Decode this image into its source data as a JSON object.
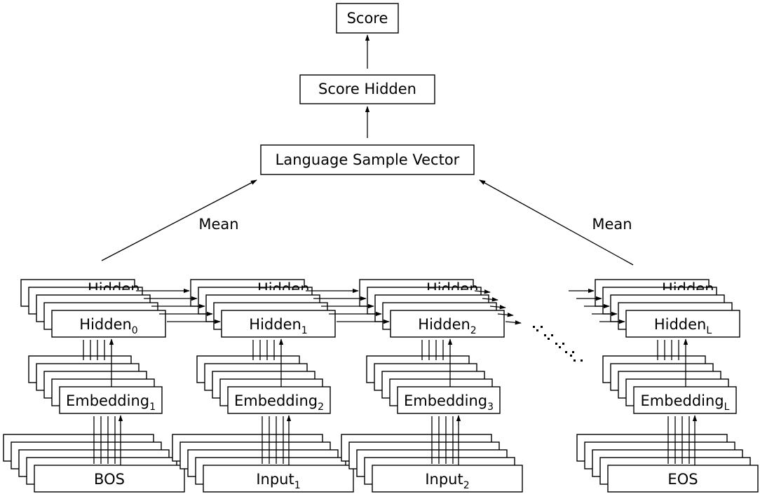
{
  "diagram": {
    "top_nodes": {
      "score": "Score",
      "score_hidden": "Score Hidden",
      "language_sample_vector": "Language Sample Vector"
    },
    "edge_labels": {
      "left_mean": "Mean",
      "right_mean": "Mean"
    },
    "columns": [
      {
        "hidden": {
          "base": "Hidden",
          "sub": "0"
        },
        "embedding": {
          "base": "Embedding",
          "sub": "1"
        },
        "input": {
          "base": "BOS",
          "sub": ""
        }
      },
      {
        "hidden": {
          "base": "Hidden",
          "sub": "1"
        },
        "embedding": {
          "base": "Embedding",
          "sub": "2"
        },
        "input": {
          "base": "Input",
          "sub": "1"
        }
      },
      {
        "hidden": {
          "base": "Hidden",
          "sub": "2"
        },
        "embedding": {
          "base": "Embedding",
          "sub": "3"
        },
        "input": {
          "base": "Input",
          "sub": "2"
        }
      },
      {
        "hidden": {
          "base": "Hidden",
          "sub": "L"
        },
        "embedding": {
          "base": "Embedding",
          "sub": "L"
        },
        "input": {
          "base": "EOS",
          "sub": ""
        }
      }
    ],
    "partial_text": "Hidden"
  }
}
